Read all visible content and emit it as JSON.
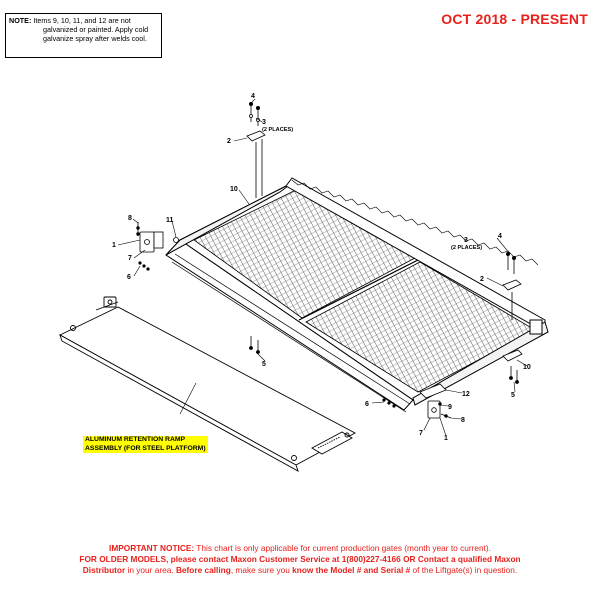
{
  "note": {
    "label": "NOTE:",
    "line1": "Items 9, 10, 11, and 12 are not",
    "line2": "galvanized or painted. Apply cold",
    "line3": "galvanize spray after welds cool."
  },
  "header": {
    "date_range": "OCT 2018 - PRESENT"
  },
  "callouts": {
    "c4_top": "4",
    "c3_top": "3",
    "places_top": "(2 PLACES)",
    "c2_top": "2",
    "c10_left": "10",
    "c8_left": "8",
    "c11": "11",
    "c1_left": "1",
    "c7_left": "7",
    "c6_left": "6",
    "c5_mid": "5",
    "c3_right": "3",
    "places_right": "(2 PLACES)",
    "c4_right": "4",
    "c2_right": "2",
    "c10_right": "10",
    "c5_right": "5",
    "c6_bottom": "6",
    "c12": "12",
    "c9": "9",
    "c8_bottom": "8",
    "c7_bottom": "7",
    "c1_bottom": "1"
  },
  "ramp_label": {
    "line1": "ALUMINUM RETENTION RAMP",
    "line2": "ASSEMBLY (FOR STEEL PLATFORM)"
  },
  "notice": {
    "l1_bold": "IMPORTANT NOTICE:",
    "l1_rest": " This chart is only applicable for current production gates (month year to current).",
    "l2_bold": "FOR OLDER MODELS, please contact Maxon Customer Service at 1(800)227-4166 OR Contact a qualified Maxon",
    "l3_bold1": "Distributor",
    "l3_t1": " in your area. ",
    "l3_bold2": "Before calling",
    "l3_t2": ", make sure you ",
    "l3_bold3": "know the Model # and Serial #",
    "l3_t3": " of the Liftgate(s) in question."
  },
  "colors": {
    "red": "#e8211c",
    "highlight": "#ffff00",
    "line": "#000000"
  }
}
